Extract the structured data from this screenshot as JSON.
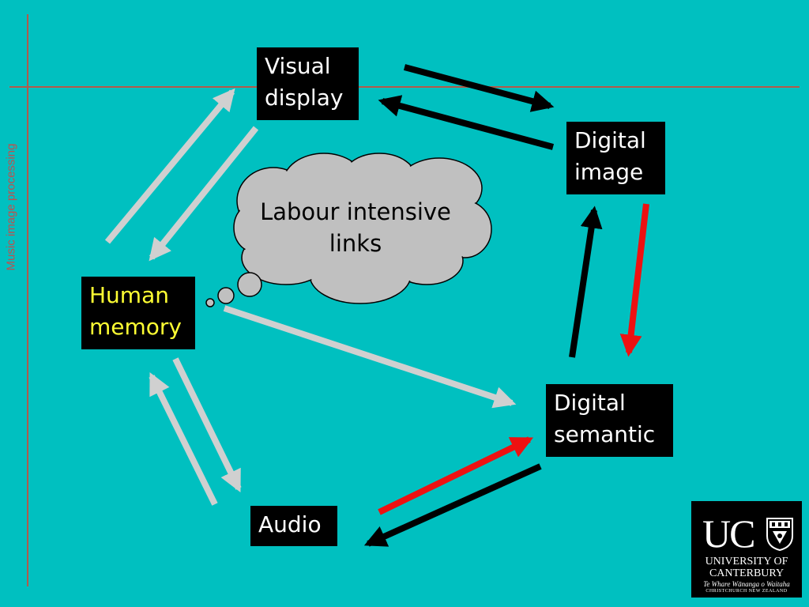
{
  "side_label": "Music image processing",
  "nodes": {
    "visual_display": "Visual\ndisplay",
    "digital_image": "Digital\nimage",
    "human_memory": "Human\nmemory",
    "digital_semantic": "Digital\nsemantic",
    "audio": "Audio"
  },
  "cloud": {
    "text": "Labour intensive\nlinks"
  },
  "colors": {
    "background": "#00C0C0",
    "rule": "#B35A4A",
    "side_label": "#C0504D",
    "human_arrow": "#D0D0D0",
    "machine_arrow": "#000000",
    "labour_arrow": "#EE1111",
    "human_text": "#FFFF33",
    "cloud_fill": "#C0C0C0"
  },
  "logo": {
    "initials": "UC",
    "line1": "UNIVERSITY OF",
    "line2": "CANTERBURY",
    "line3": "Te Whare Wānanga o Waitaha",
    "line4": "CHRISTCHURCH NEW ZEALAND"
  }
}
